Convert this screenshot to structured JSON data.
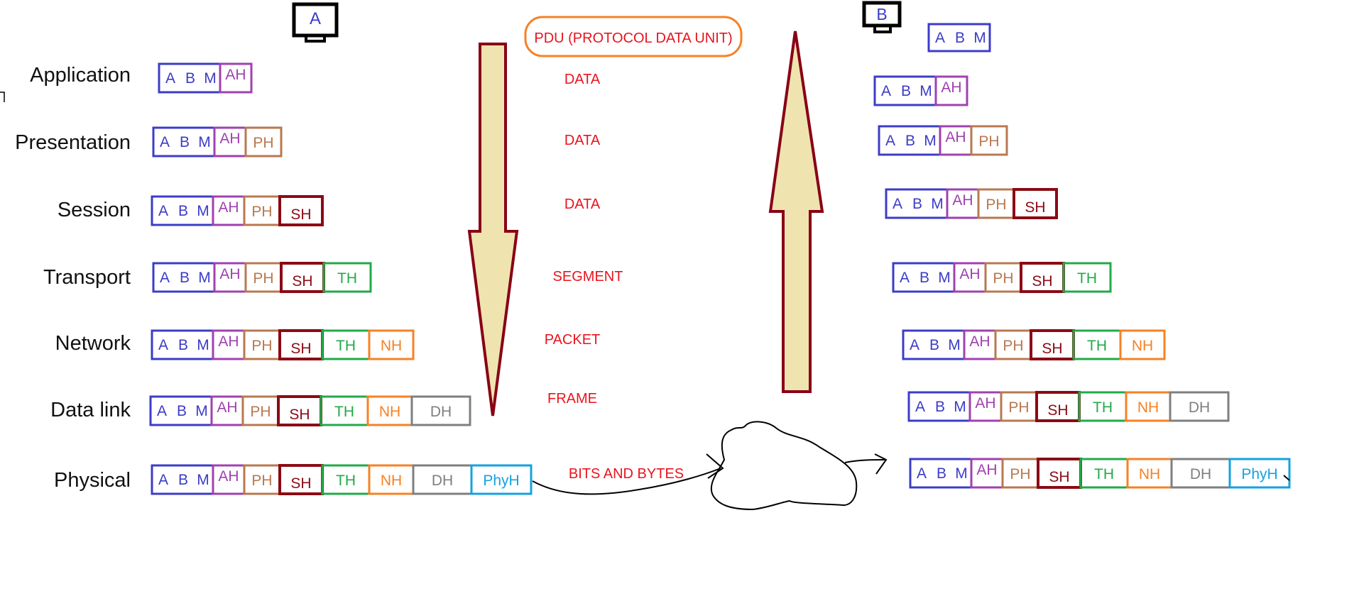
{
  "hosts": {
    "sender": "A",
    "receiver": "B"
  },
  "pdu_title": "PDU (PROTOCOL DATA UNIT)",
  "layers": [
    "Application",
    "Presentation",
    "Session",
    "Transport",
    "Network",
    "Data link",
    "Physical"
  ],
  "pdus": [
    "DATA",
    "DATA",
    "DATA",
    "SEGMENT",
    "PACKET",
    "FRAME",
    "BITS AND BYTES"
  ],
  "payload": [
    "A",
    "B",
    "M"
  ],
  "headers": [
    {
      "label": "AH",
      "color": "#a040b0"
    },
    {
      "label": "PH",
      "color": "#b87850"
    },
    {
      "label": "SH",
      "color": "#8b0a14"
    },
    {
      "label": "TH",
      "color": "#22aa48"
    },
    {
      "label": "NH",
      "color": "#f78124"
    },
    {
      "label": "DH",
      "color": "#7f7f7f"
    },
    {
      "label": "PhyH",
      "color": "#14a2e0"
    }
  ],
  "colors": {
    "payload": "#3c3cc8",
    "pdu_text": "#e8141f",
    "pdu_title_border": "#f78124",
    "arrow_fill": "#efe4b0",
    "arrow_stroke": "#880015"
  },
  "icons": {
    "computer": "computer-monitor-icon",
    "cloud": "network-cloud-icon"
  }
}
